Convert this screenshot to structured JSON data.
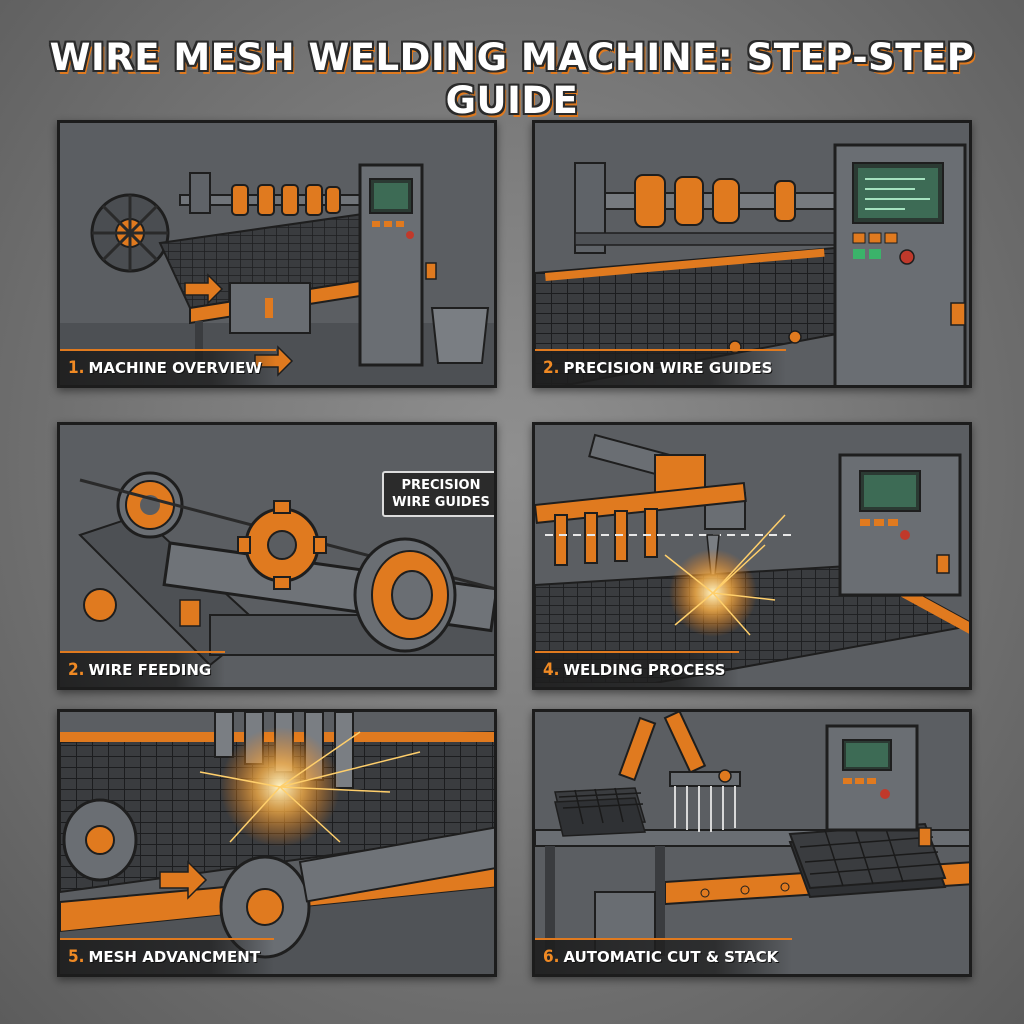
{
  "title": "WIRE MESH WELDING MACHINE: STEP-STEP GUIDE",
  "colors": {
    "accent": "#e07a1f",
    "steel": "#6a6e73",
    "dark": "#2b2d30"
  },
  "panels": [
    {
      "num": "1.",
      "label": "MACHINE OVERVIEW"
    },
    {
      "num": "2.",
      "label": "PRECISION WIRE GUIDES"
    },
    {
      "num": "2.",
      "label": "WIRE FEEDING",
      "callout": "PRECISION WIRE GUIDES"
    },
    {
      "num": "4.",
      "label": "WELDING PROCESS"
    },
    {
      "num": "5.",
      "label": "MESH ADVANCMENT"
    },
    {
      "num": "6.",
      "label": "AUTOMATIC CUT & STACK"
    }
  ]
}
